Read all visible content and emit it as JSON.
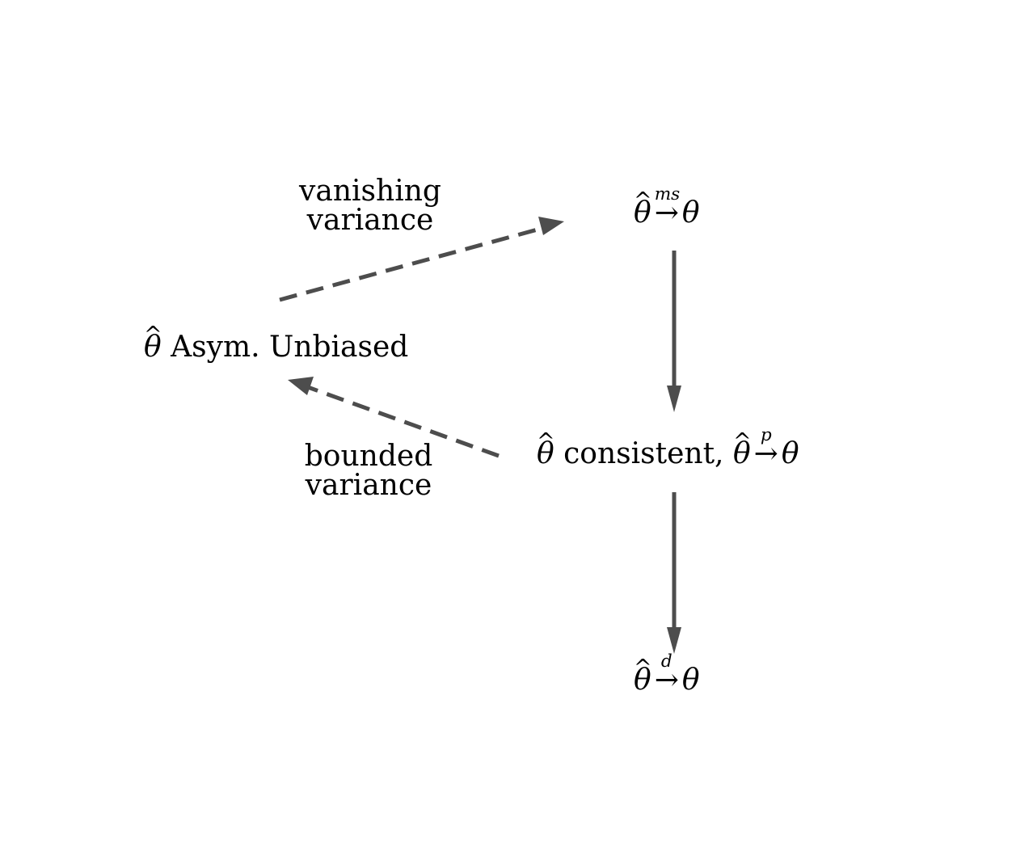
{
  "nodes": {
    "ms_convergence": {
      "theta_hat": "θ",
      "hat": "^",
      "arrow": "→",
      "arrow_label": "ms",
      "target": "θ"
    },
    "asym_unbiased": {
      "theta_hat": "θ",
      "hat": "^",
      "text": "Asym. Unbiased"
    },
    "consistent": {
      "theta_hat": "θ",
      "hat": "^",
      "text": "consistent,",
      "theta_hat_2": "θ",
      "arrow": "→",
      "arrow_label": "p",
      "target": "θ"
    },
    "d_convergence": {
      "theta_hat": "θ",
      "hat": "^",
      "arrow": "→",
      "arrow_label": "d",
      "target": "θ"
    }
  },
  "edges": {
    "vanishing_variance": {
      "line1": "vanishing",
      "line2": "variance",
      "style": "dashed"
    },
    "bounded_variance": {
      "line1": "bounded",
      "line2": "variance",
      "style": "dashed"
    },
    "ms_to_p": {
      "style": "solid"
    },
    "p_to_d": {
      "style": "solid"
    }
  },
  "colors": {
    "arrow": "#4d4d4d",
    "text": "#000000",
    "background": "#ffffff"
  }
}
